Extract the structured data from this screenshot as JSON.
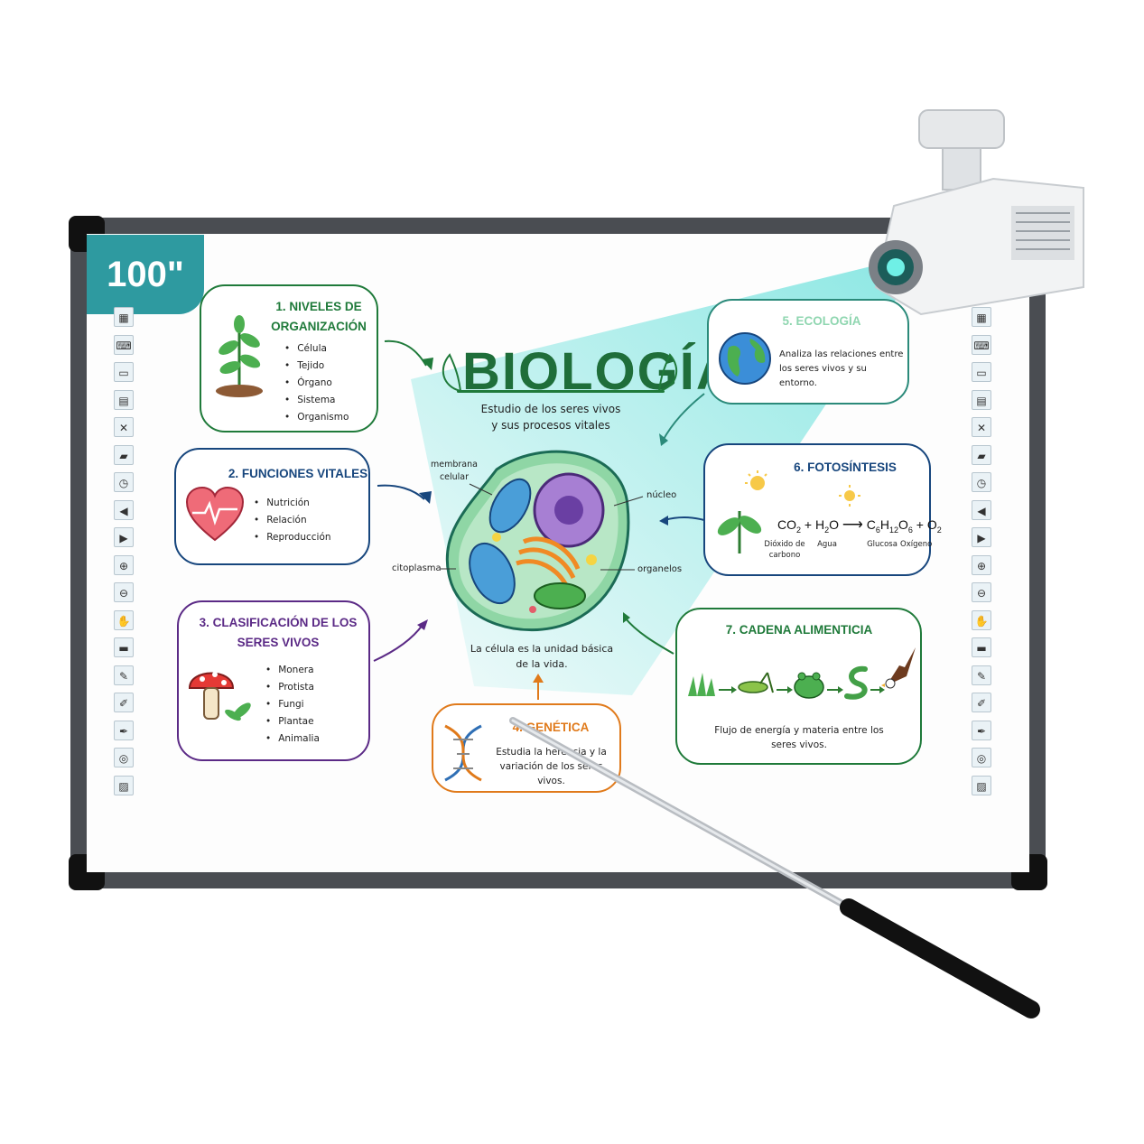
{
  "board": {
    "size_label": "100\""
  },
  "title": "BIOLOGÍA",
  "subtitle": "Estudio de los seres vivos y sus procesos vitales",
  "cell": {
    "labels": {
      "membrana": "membrana celular",
      "nucleo": "núcleo",
      "citoplasma": "citoplasma",
      "organelos": "organelos"
    },
    "caption": "La célula es la unidad básica de la vida."
  },
  "cards": {
    "niveles": {
      "title": "1. NIVELES DE ORGANIZACIÓN",
      "items": [
        "Célula",
        "Tejido",
        "Órgano",
        "Sistema",
        "Organismo"
      ]
    },
    "funciones": {
      "title": "2. FUNCIONES VITALES",
      "items": [
        "Nutrición",
        "Relación",
        "Reproducción"
      ]
    },
    "clasificacion": {
      "title": "3. CLASIFICACIÓN DE LOS SERES VIVOS",
      "items": [
        "Monera",
        "Protista",
        "Fungi",
        "Plantae",
        "Animalia"
      ]
    },
    "genetica": {
      "title": "4. GENÉTICA",
      "text": "Estudia la herencia y la variación de los seres vivos."
    },
    "ecologia": {
      "title": "5. ECOLOGÍA",
      "text": "Analiza las relaciones entre los seres vivos y su entorno."
    },
    "fotosintesis": {
      "title": "6. FOTOSÍNTESIS",
      "labels": [
        "Dióxido de carbono",
        "Agua",
        "Glucosa",
        "Oxígeno"
      ]
    },
    "cadena": {
      "title": "7. CADENA ALIMENTICIA",
      "text": "Flujo de energía y materia entre los seres vivos."
    }
  },
  "toolbar_icons": [
    "grid-icon",
    "keyboard-icon",
    "screen-icon",
    "calculator-icon",
    "close-icon",
    "folder-icon",
    "clock-icon",
    "arrow-left-icon",
    "arrow-right-icon",
    "zoom-in-icon",
    "zoom-out-icon",
    "hand-icon",
    "eraser-icon",
    "pen-icon",
    "marker-icon",
    "highlighter-icon",
    "magnifier-icon",
    "image-icon"
  ],
  "colors": {
    "green": "#1f7a3a",
    "blue": "#17467d",
    "purple": "#5b2a86",
    "orange": "#e07a1b",
    "teal": "#2e9aa0"
  }
}
